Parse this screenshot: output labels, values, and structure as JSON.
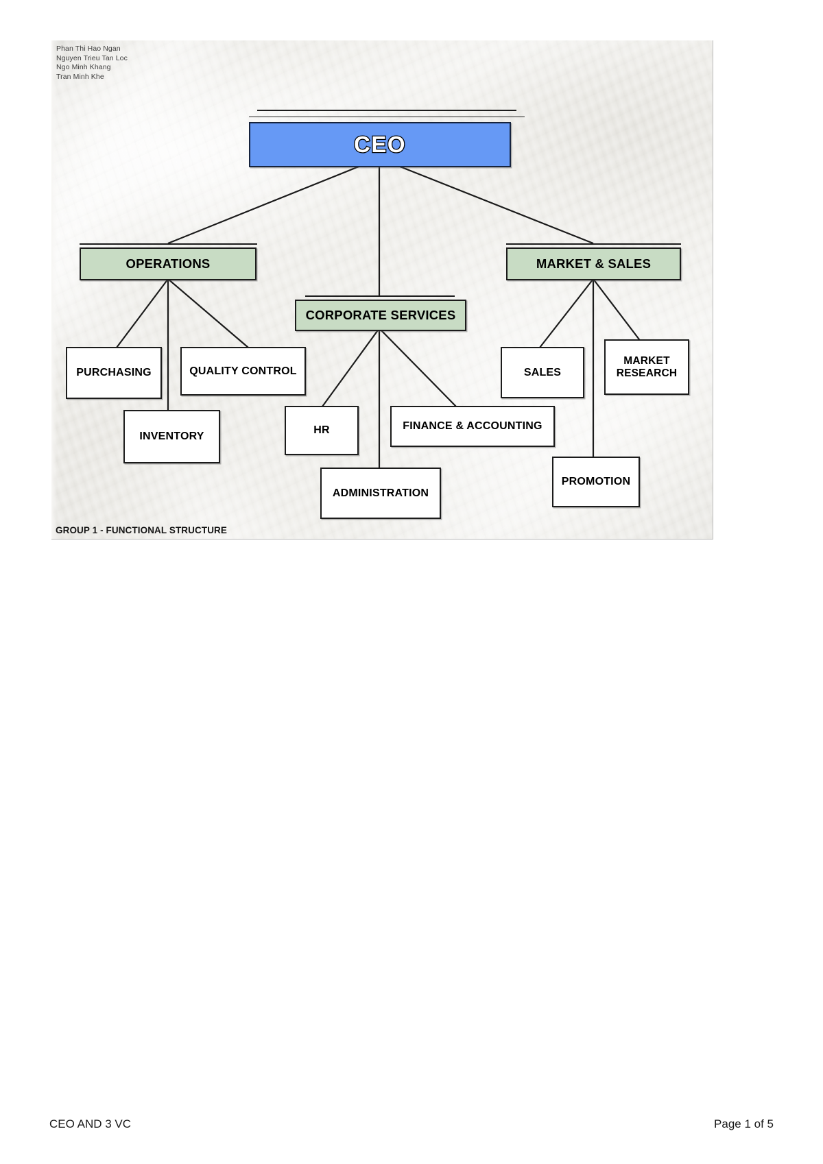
{
  "document": {
    "footer_left": "CEO AND 3 VC",
    "footer_right": "Page 1 of 5"
  },
  "chart_image": {
    "caption": "GROUP 1 - FUNCTIONAL STRUCTURE",
    "authors": [
      "Phan Thi Hao Ngan",
      "Nguyen Trieu Tan Loc",
      "Ngo Minh Khang",
      "Tran Minh Khe"
    ],
    "colors": {
      "root_fill": "#6699f5",
      "mid_fill": "#c8dcc4",
      "leaf_fill": "#ffffff",
      "line": "#1b1b1b",
      "paper": "#efeeea"
    }
  },
  "chart_data": {
    "type": "diagram",
    "subtype": "organizational-chart",
    "title": "GROUP 1 - FUNCTIONAL STRUCTURE",
    "root": "CEO",
    "nodes": [
      {
        "id": "ceo",
        "label": "CEO",
        "level": 0,
        "fill": "#6699f5"
      },
      {
        "id": "operations",
        "label": "OPERATIONS",
        "level": 1,
        "fill": "#c8dcc4"
      },
      {
        "id": "corporate",
        "label": "CORPORATE SERVICES",
        "level": 1,
        "fill": "#c8dcc4"
      },
      {
        "id": "market",
        "label": "MARKET & SALES",
        "level": 1,
        "fill": "#c8dcc4"
      },
      {
        "id": "purchasing",
        "label": "PURCHASING",
        "level": 2,
        "fill": "#ffffff"
      },
      {
        "id": "inventory",
        "label": "INVENTORY",
        "level": 2,
        "fill": "#ffffff"
      },
      {
        "id": "quality",
        "label": "QUALITY CONTROL",
        "level": 2,
        "fill": "#ffffff"
      },
      {
        "id": "hr",
        "label": "HR",
        "level": 2,
        "fill": "#ffffff"
      },
      {
        "id": "admin",
        "label": "ADMINISTRATION",
        "level": 2,
        "fill": "#ffffff"
      },
      {
        "id": "finance",
        "label": "FINANCE & ACCOUNTING",
        "level": 2,
        "fill": "#ffffff"
      },
      {
        "id": "sales",
        "label": "SALES",
        "level": 2,
        "fill": "#ffffff"
      },
      {
        "id": "promotion",
        "label": "PROMOTION",
        "level": 2,
        "fill": "#ffffff"
      },
      {
        "id": "research",
        "label": "MARKET\nRESEARCH",
        "level": 2,
        "fill": "#ffffff"
      }
    ],
    "edges": [
      {
        "from": "ceo",
        "to": "operations"
      },
      {
        "from": "ceo",
        "to": "corporate"
      },
      {
        "from": "ceo",
        "to": "market"
      },
      {
        "from": "operations",
        "to": "purchasing"
      },
      {
        "from": "operations",
        "to": "inventory"
      },
      {
        "from": "operations",
        "to": "quality"
      },
      {
        "from": "corporate",
        "to": "hr"
      },
      {
        "from": "corporate",
        "to": "admin"
      },
      {
        "from": "corporate",
        "to": "finance"
      },
      {
        "from": "market",
        "to": "sales"
      },
      {
        "from": "market",
        "to": "promotion"
      },
      {
        "from": "market",
        "to": "research"
      }
    ]
  }
}
